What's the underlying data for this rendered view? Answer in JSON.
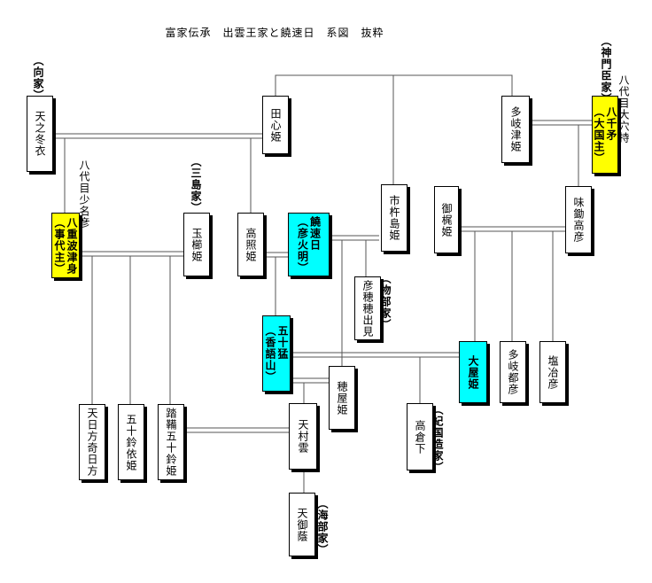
{
  "title": "富家伝承　出雲王家と饒速日　系図　抜粋",
  "labels": {
    "mukai_house": "（向家）",
    "mishima_house": "（三島家）",
    "kanto_house": "（神門臣家）",
    "eighth_ona": "八代目大穴持",
    "eighth_sukuna": "八代目少名彦",
    "mononobe_house": "（物部家）",
    "kinokuni_house": "（紀国造家）",
    "ama_house": "（海部家）"
  },
  "people": {
    "ame_no_fuyukinu": "天之冬衣",
    "takori_hime": "田心姫",
    "takitsu_hime": "多岐津姫",
    "yachihoko": {
      "line1": "八千矛",
      "line2": "（大国主）"
    },
    "tamakushi_hime": "玉櫛姫",
    "takateru_hime": "高照姫",
    "nigihayahi": {
      "line1": "饒速日",
      "line2": "（彦火明）"
    },
    "ichikishima_hime": "市杵島姫",
    "mikaji_hime": "御梶姫",
    "ajisuki_takahiko": "味鋤高彦",
    "yaehatatsumi": {
      "line1": "八重波津身",
      "line2": "（事代主）"
    },
    "hikohohodemi": "彦穂穂出見",
    "isotake": {
      "line1": "五十猛",
      "line2": "（香語山）"
    },
    "oyahime": "大屋姫",
    "takitsuhiko": "多岐都彦",
    "shiojihiko": "塩冶彦",
    "hoya_hime": "穂屋姫",
    "takakuraji": "高倉下",
    "amenohikatahi": "天日方奇日方",
    "isuzuyori_hime": "五十鈴依姫",
    "tatara_isuzu_hime": "踏鞴五十鈴姫",
    "ame_murakumo": "天村雲",
    "ame_no_mimusubi": "天御蔭"
  }
}
